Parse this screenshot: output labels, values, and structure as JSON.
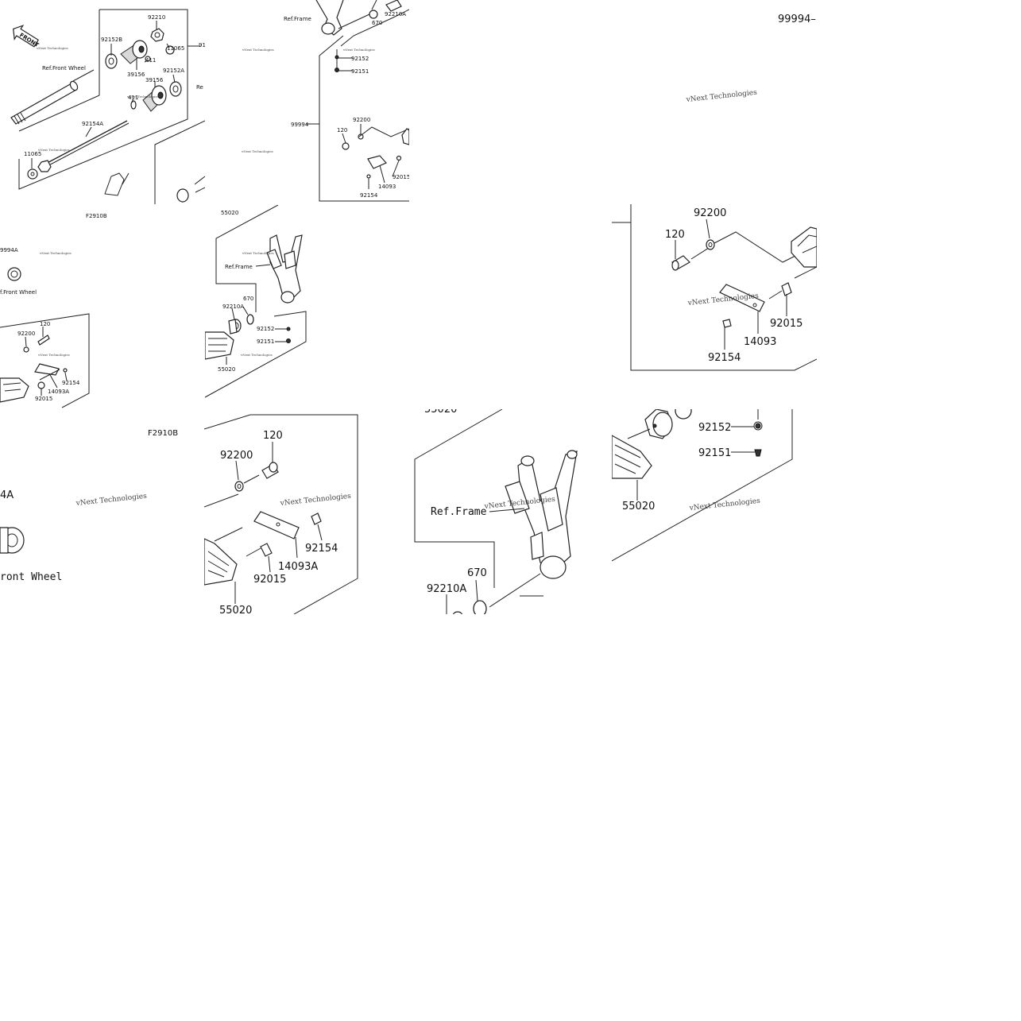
{
  "tiles": {
    "t1": {
      "front_badge": "FRONT",
      "labels": {
        "p92210": "92210",
        "p92152B": "92152B",
        "p11065a": "11065",
        "p91": "91",
        "p411a": "411",
        "p39156a": "39156",
        "p39156b": "39156",
        "p92152A": "92152A",
        "p411b": "411",
        "p92154A": "92154A",
        "p11065b": "11065",
        "ref_front_wheel": "Ref.Front Wheel",
        "ref_cut": "Re",
        "code": "F2910B"
      },
      "watermarks": [
        "vNext Technologies",
        "vNext Technologies",
        "vNext Technologies"
      ]
    },
    "t2": {
      "labels": {
        "ref_frame": "Ref.Frame",
        "p92210A": "92210A",
        "p670": "670",
        "p92152": "92152",
        "p92151": "92151",
        "p99994": "99994",
        "p120": "120",
        "p92200": "92200",
        "p92015": "92015",
        "p14093": "14093",
        "p92154": "92154",
        "p55020": "55020"
      },
      "watermarks": [
        "vNext Technologies",
        "vNext Technologies",
        "vNext Technologies"
      ]
    },
    "t3": {
      "labels": {
        "p99994": "99994–"
      },
      "watermarks": [
        "vNext Technologies"
      ]
    },
    "t4": {
      "labels": {
        "p9994A": "9994A",
        "ref_front_wheel": "f.Front Wheel",
        "p120": "120",
        "p92200": "92200",
        "p92154": "92154",
        "p14093A": "14093A",
        "p92015": "92015"
      },
      "watermarks": [
        "vNext Technologies",
        "vNext Technologies"
      ]
    },
    "t5": {
      "labels": {
        "ref_frame": "Ref.Frame",
        "p92210A": "92210A",
        "p670": "670",
        "p92152": "92152",
        "p92151": "92151",
        "p55020": "55020"
      },
      "watermarks": [
        "vNext Technologies",
        "vNext Technologies"
      ]
    },
    "t6": {
      "labels": {
        "p92200": "92200",
        "p120": "120",
        "p92015": "92015",
        "p14093": "14093",
        "p92154": "92154"
      },
      "watermarks": [
        "vNext Technologies"
      ]
    },
    "t7": {
      "labels": {
        "code": "F2910B",
        "p4A": "4A",
        "ref_front_wheel": "ront Wheel"
      },
      "watermarks": [
        "vNext Technologies"
      ]
    },
    "t8": {
      "labels": {
        "p120": "120",
        "p92200": "92200",
        "p92154": "92154",
        "p14093A": "14093A",
        "p92015": "92015",
        "p55020": "55020"
      },
      "watermarks": [
        "vNext Technologies"
      ]
    },
    "t9": {
      "labels": {
        "p55020_cut": "55020",
        "ref_frame": "Ref.Frame",
        "p670": "670",
        "p92210A": "92210A"
      },
      "watermarks": [
        "vNext Technologies"
      ]
    },
    "t10": {
      "labels": {
        "p92152": "92152",
        "p92151": "92151",
        "p55020": "55020"
      },
      "watermarks": [
        "vNext Technologies"
      ]
    }
  }
}
